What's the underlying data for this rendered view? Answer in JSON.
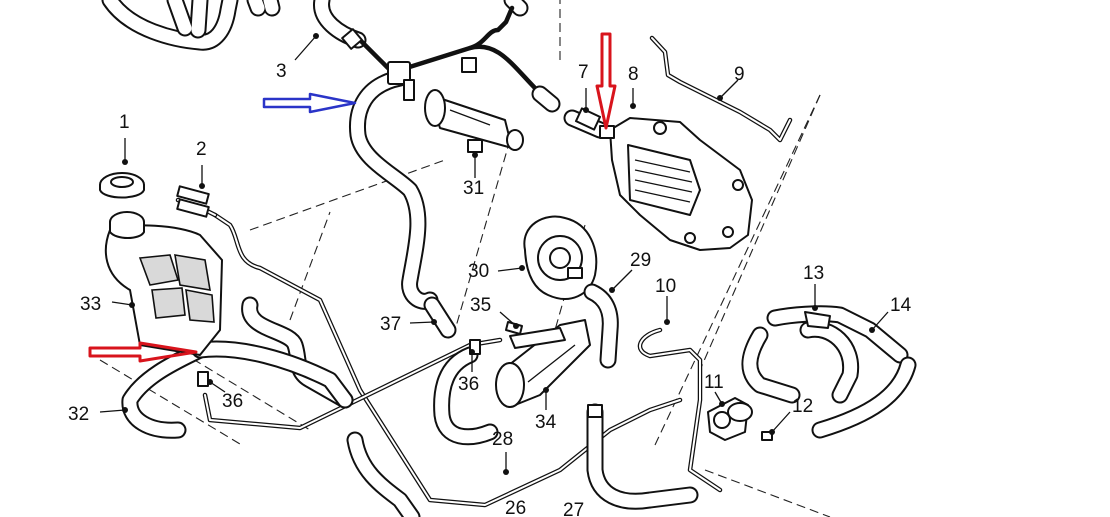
{
  "labels": {
    "l1": "1",
    "l2": "2",
    "l3": "3",
    "l7": "7",
    "l8": "8",
    "l9": "9",
    "l10": "10",
    "l11": "11",
    "l12": "12",
    "l13": "13",
    "l14": "14",
    "l26": "26",
    "l27": "27",
    "l28": "28",
    "l29": "29",
    "l30": "30",
    "l31": "31",
    "l32": "32",
    "l33": "33",
    "l34": "34",
    "l35": "35",
    "l36a": "36",
    "l36b": "36",
    "l37": "37"
  },
  "colors": {
    "blue_arrow": "#2a34c8",
    "red_arrow": "#d8141c",
    "line_art": "#111111"
  }
}
